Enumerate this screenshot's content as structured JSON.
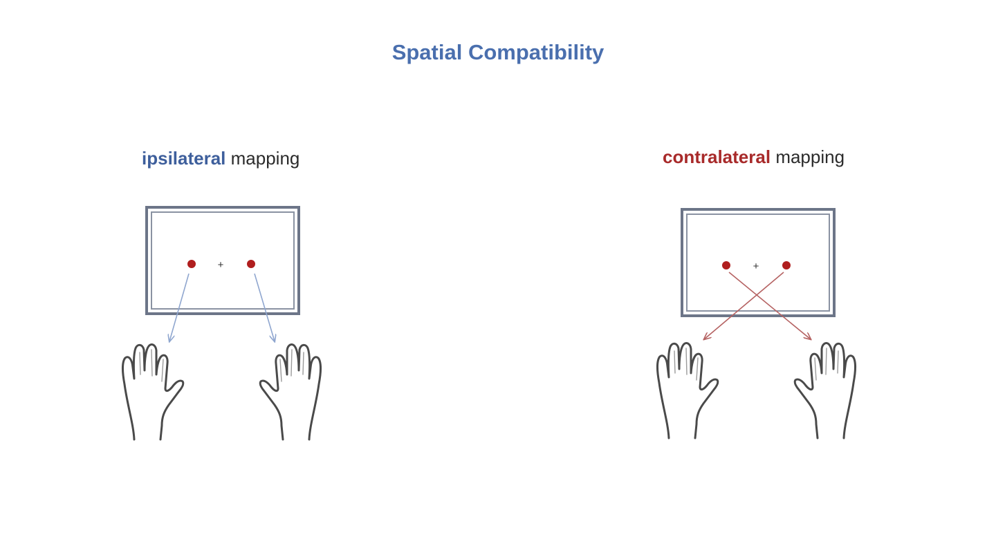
{
  "title": "Spatial Compatibility",
  "panels": [
    {
      "keyword": "ipsilateral",
      "suffix": "mapping",
      "fixation": "+"
    },
    {
      "keyword": "contralateral",
      "suffix": "mapping",
      "fixation": "+"
    }
  ],
  "colors": {
    "title": "#4a6fae",
    "ipsilateral": "#3e5f9c",
    "contralateral": "#a82a2a",
    "ipsilateral_arrow": "#8fa6cf",
    "contralateral_arrow": "#b56262",
    "stimulus_dot": "#b01e1e",
    "screen_frame": "#6c7588"
  },
  "icons": [
    "left-hand-icon",
    "right-hand-icon",
    "stimulus-dot",
    "fixation-cross",
    "mapping-arrow"
  ]
}
